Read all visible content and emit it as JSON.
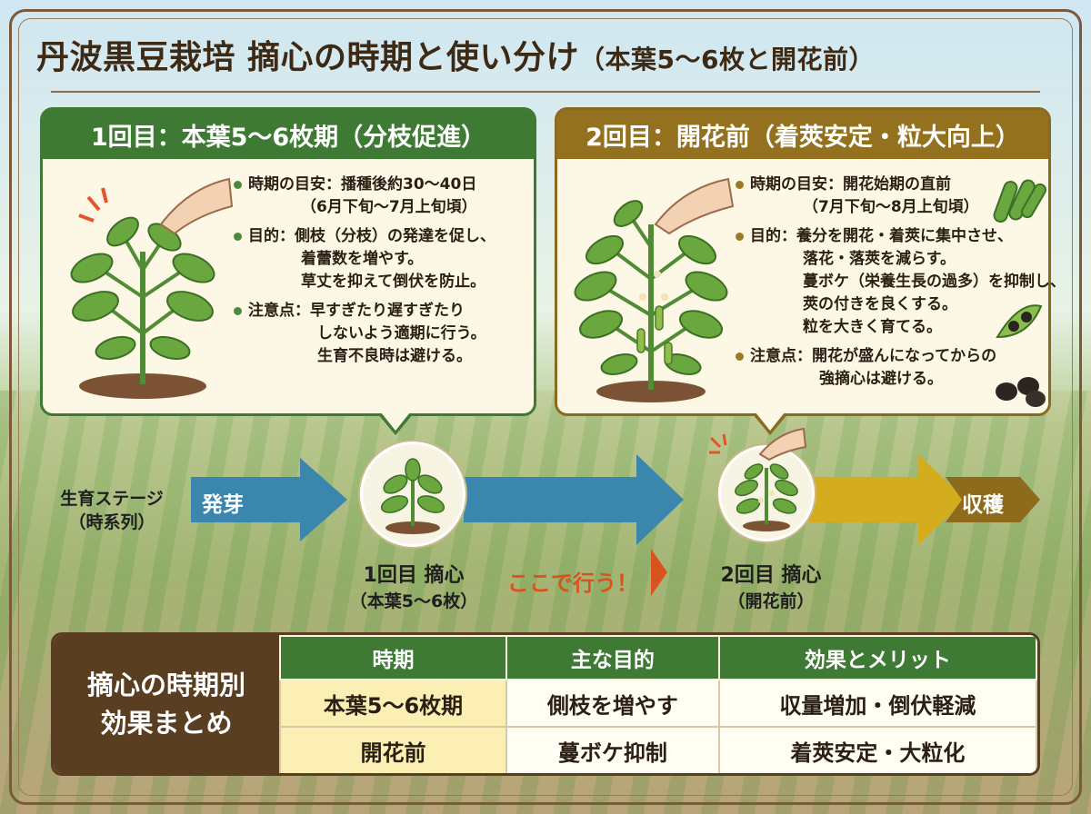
{
  "title": {
    "main": "丹波黒豆栽培 摘心の時期と使い分け",
    "sub": "（本葉5～6枚と開花前）"
  },
  "panel1": {
    "header": "1回目：本葉5～6枚期（分枝促進）",
    "items": [
      {
        "lines": [
          "時期の目安：播種後約30～40日",
          "（6月下旬～7月上旬頃）"
        ]
      },
      {
        "lines": [
          "目的：側枝（分枝）の発達を促し、",
          "着蕾数を増やす。",
          "草丈を抑えて倒伏を防止。"
        ]
      },
      {
        "lines": [
          "注意点：早すぎたり遅すぎたり",
          "しないよう適期に行う。",
          "生育不良時は避ける。"
        ]
      }
    ]
  },
  "panel2": {
    "header": "2回目：開花前（着莢安定・粒大向上）",
    "items": [
      {
        "lines": [
          "時期の目安：開花始期の直前",
          "（7月下旬～8月上旬頃）"
        ]
      },
      {
        "lines": [
          "目的：養分を開花・着莢に集中させ、",
          "落花・落莢を減らす。",
          "蔓ボケ（栄養生長の過多）を抑制し、",
          "莢の付きを良くする。",
          "粒を大きく育てる。"
        ]
      },
      {
        "lines": [
          "注意点：開花が盛んになってからの",
          "強摘心は避ける。"
        ]
      }
    ]
  },
  "timeline": {
    "stage_label_1": "生育ステージ",
    "stage_label_2": "（時系列）",
    "start": "発芽",
    "end": "収穫",
    "pinch1_title": "1回目 摘心",
    "pinch1_sub": "（本葉5～6枚）",
    "pinch2_title": "2回目 摘心",
    "pinch2_sub": "（開花前）",
    "here": "ここで行う！"
  },
  "summary": {
    "label_1": "摘心の時期別",
    "label_2": "効果まとめ",
    "headers": [
      "時期",
      "主な目的",
      "効果とメリット"
    ],
    "rows": [
      [
        "本葉5～6枚期",
        "側枝を増やす",
        "収量増加・倒伏軽減"
      ],
      [
        "開花前",
        "蔓ボケ抑制",
        "着莢安定・大粒化"
      ]
    ]
  },
  "colors": {
    "green": "#3f7a34",
    "gold": "#94711f",
    "brown": "#5a3e22",
    "blue_arrow": "#3a86ad",
    "gold_arrow": "#d4ad1f",
    "accent_orange": "#d9531e"
  }
}
